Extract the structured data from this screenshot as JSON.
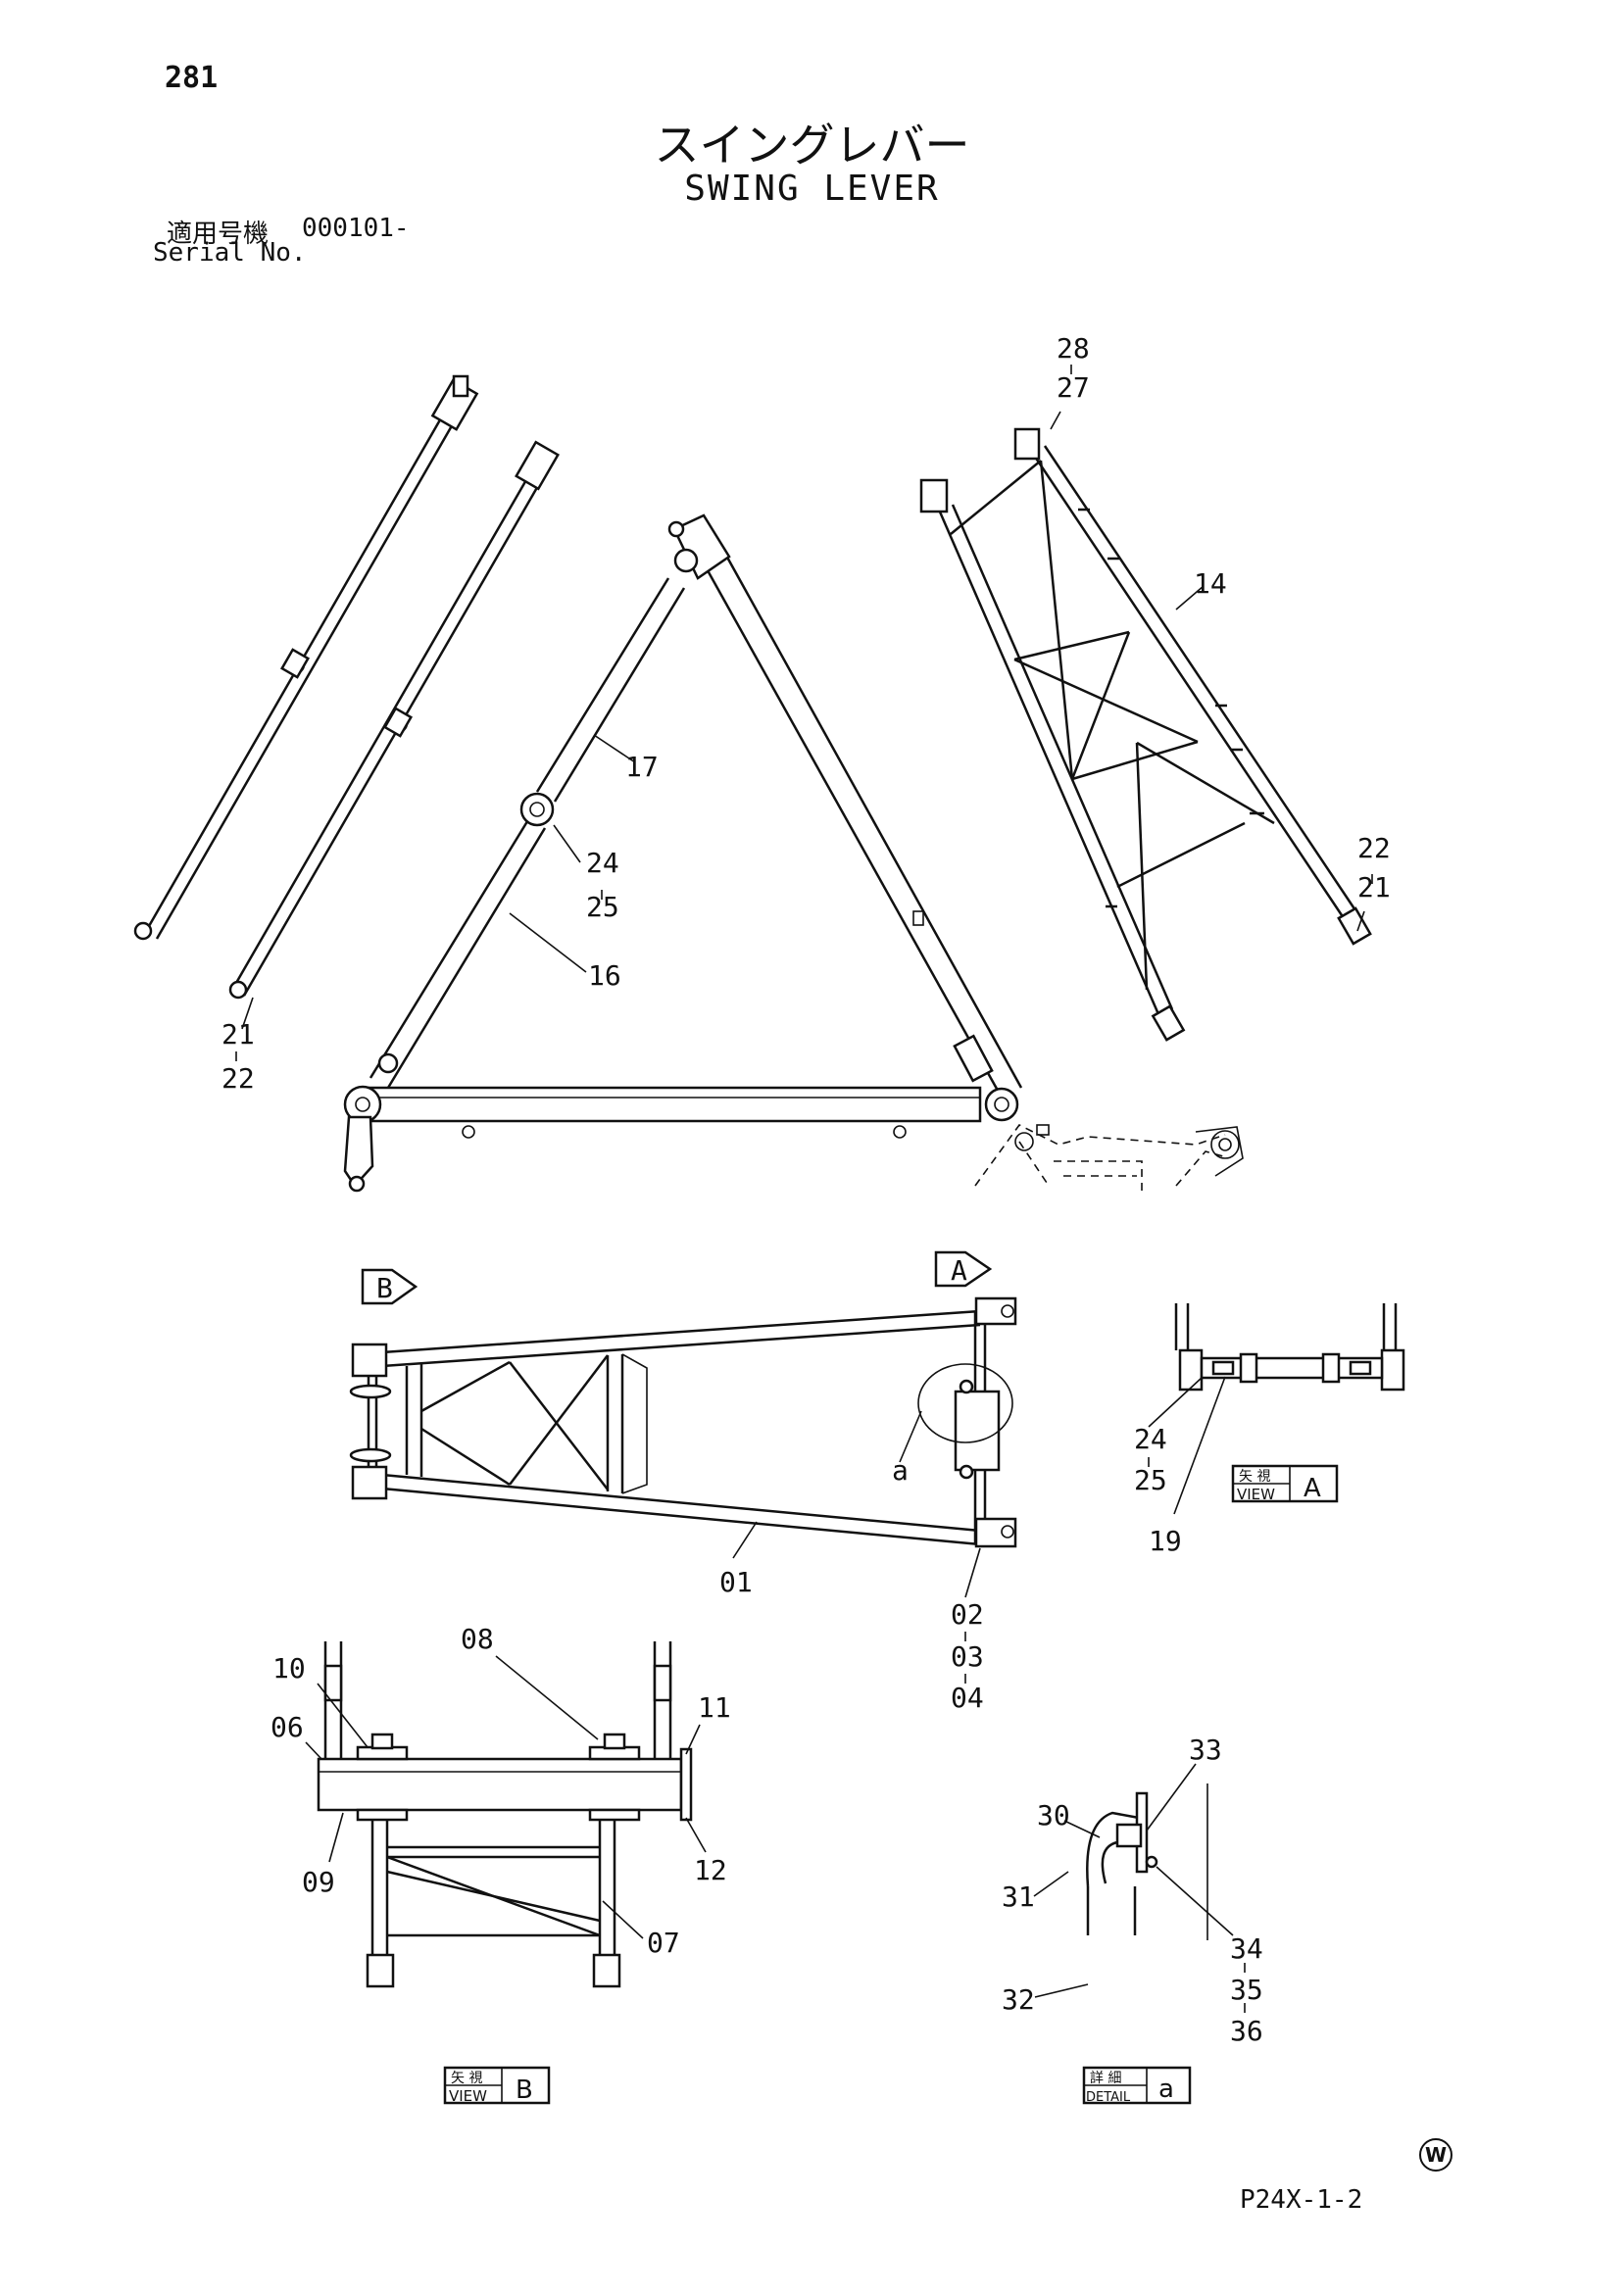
{
  "page_number": "281",
  "title_jp": "スイングレバー",
  "title_en": "SWING LEVER",
  "serial": {
    "label_jp": "適用号機",
    "value": "000101-",
    "label_en": "Serial No."
  },
  "document_code": "P24X-1-2",
  "watermark_symbol": "W",
  "callouts": {
    "c28": "28",
    "c27": "27",
    "c14": "14",
    "c17": "17",
    "c24a": "24",
    "c25a": "25",
    "c16": "16",
    "c22a": "22",
    "c21a": "21",
    "c21b": "21",
    "c22b": "22",
    "c01": "01",
    "c02": "02",
    "c03": "03",
    "c04": "04",
    "ca": "a",
    "c24b": "24",
    "c25b": "25",
    "c19": "19",
    "c08": "08",
    "c10": "10",
    "c06": "06",
    "c11": "11",
    "c09": "09",
    "c12": "12",
    "c07": "07",
    "c33": "33",
    "c30": "30",
    "c31": "31",
    "c32": "32",
    "c34": "34",
    "c35": "35",
    "c36": "36"
  },
  "view_markers": {
    "arrow_b": "B",
    "arrow_a": "A"
  },
  "view_boxes": {
    "view_a": {
      "jp": "矢 視",
      "en": "VIEW",
      "letter": "A"
    },
    "view_b": {
      "jp": "矢 視",
      "en": "VIEW",
      "letter": "B"
    },
    "detail_a": {
      "jp": "詳 細",
      "en": "DETAIL",
      "letter": "a"
    }
  }
}
